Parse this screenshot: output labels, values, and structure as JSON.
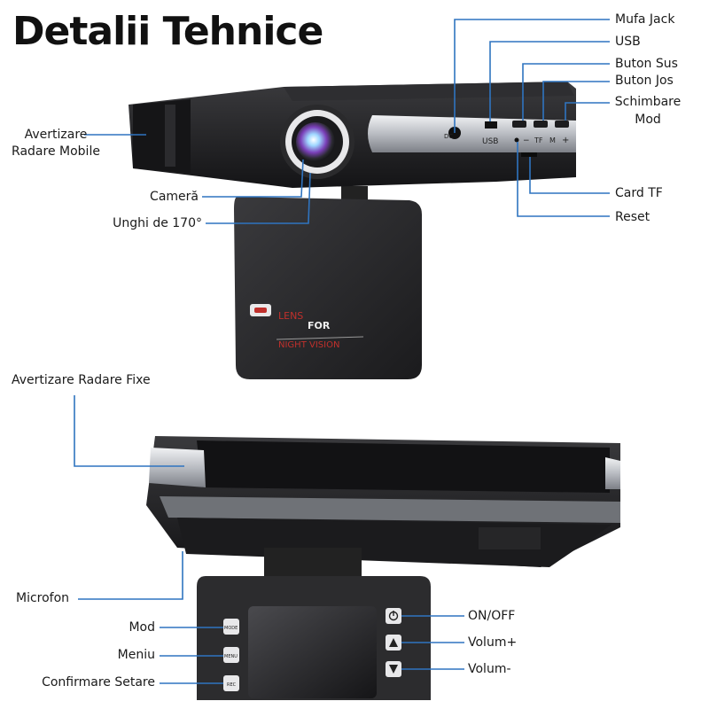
{
  "title": "Detalii Tehnice",
  "colors": {
    "callout_line": "#2f74c0",
    "device_dark": "#2a2a2c",
    "device_body": "#1e1e20",
    "silver": "#c9ccd1",
    "lens_ring": "#e6e6e6"
  },
  "callouts": {
    "mufa_jack": "Mufa Jack",
    "usb": "USB",
    "buton_sus": "Buton Sus",
    "buton_jos": "Buton Jos",
    "schimbare_mod_1": "Schimbare",
    "schimbare_mod_2": "Mod",
    "card_tf": "Card TF",
    "reset": "Reset",
    "avertizare_mobile_1": "Avertizare",
    "avertizare_mobile_2": "Radare Mobile",
    "camera": "Cameră",
    "unghi": "Unghi de 170°",
    "avertizare_fixe": "Avertizare Radare Fixe",
    "microfon": "Microfon",
    "mod": "Mod",
    "meniu": "Meniu",
    "confirmare": "Confirmare Setare",
    "on_off": "ON/OFF",
    "volum_plus": "Volum+",
    "volum_minus": "Volum-"
  },
  "device_text": {
    "dc": "DC",
    "usb_port": "USB",
    "tf_port": "TF",
    "minus": "−",
    "m": "M",
    "plus": "+",
    "lens_line1_a": "LENS",
    "lens_line1_b": "FOR",
    "lens_line2": "NIGHT VISION",
    "btn_mode": "MODE",
    "btn_menu": "MENU",
    "btn_rec": "REC"
  }
}
